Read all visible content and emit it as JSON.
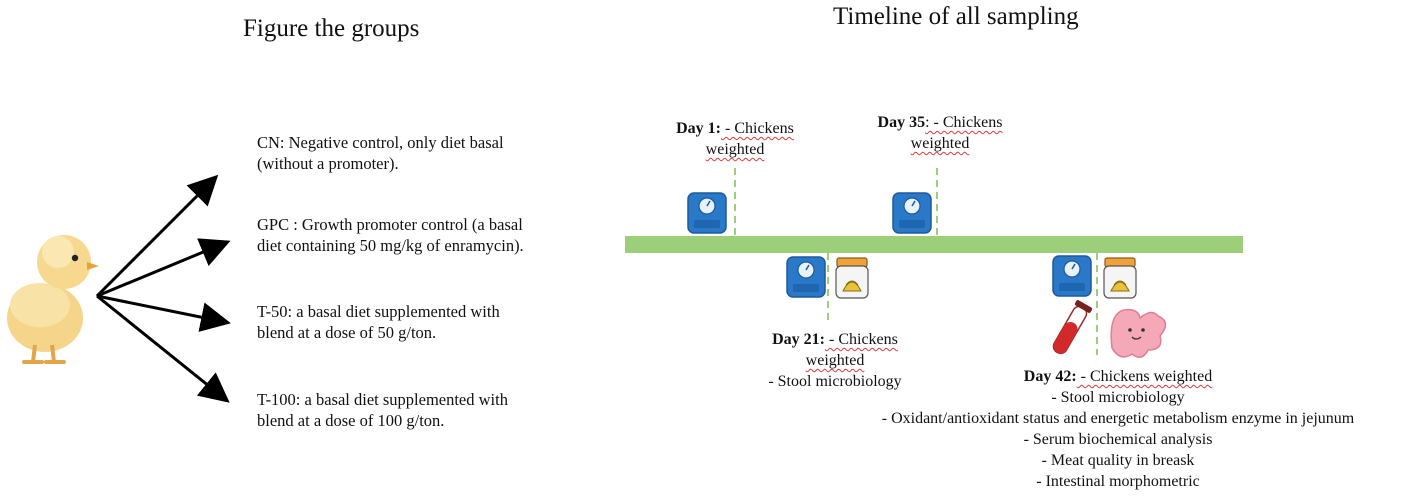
{
  "left": {
    "title": "Figure the groups",
    "groups": [
      {
        "line1": "CN: Negative control, only diet basal",
        "line2": "(without a promoter)."
      },
      {
        "line1": "GPC : Growth promoter control (a basal",
        "line2": "diet containing 50 mg/kg of enramycin)."
      },
      {
        "line1": "T-50: a basal diet supplemented with",
        "line2": "blend at a dose of 50 g/ton."
      },
      {
        "line1": "T-100: a basal diet supplemented with",
        "line2": "blend at a dose of 100 g/ton."
      }
    ]
  },
  "right": {
    "title": "Timeline of all sampling",
    "day1": {
      "day": "Day 1:",
      "line1": " - Chickens",
      "line2": "weighted"
    },
    "day35": {
      "day": "Day 35",
      "line1": ": - Chickens",
      "line2": "weighted"
    },
    "day21": {
      "day": "Day 21:",
      "line1": " - Chickens",
      "line2": "weighted",
      "line3": "- Stool microbiology"
    },
    "day42": {
      "day": "Day 42:",
      "line1": " - Chickens weighted",
      "items": [
        "- Stool microbiology",
        "- Oxidant/antioxidant status and energetic metabolism enzyme in jejunum",
        "- Serum biochemical analysis",
        "- Meat quality in breask",
        "- Intestinal morphometric"
      ]
    }
  },
  "colors": {
    "timeline": "#9dcf7a",
    "dashed": "#9dcf7a",
    "scale": "#2a78c8",
    "arrow": "#000000"
  },
  "icons": [
    "chick-icon",
    "scale-icon",
    "stool-jar-icon",
    "blood-tube-icon",
    "intestine-icon"
  ]
}
